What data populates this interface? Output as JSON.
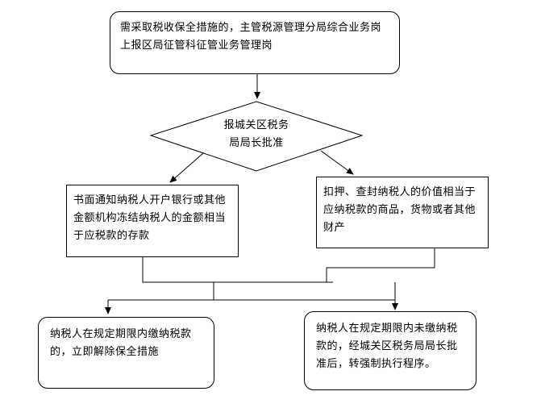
{
  "flowchart": {
    "start": "需采取税收保全措施的，主管税源管理分局综合业务岗上报区局征管科征管业务管理岗",
    "decision": {
      "line1": "报城关区税务",
      "line2": "局局长批准"
    },
    "left_action": "书面通知纳税人开户银行或其他金额机构冻结纳税人的金额相当于应税款的存款",
    "right_action": "扣押、查封纳税人的价值相当于应纳税款的商品，货物或者其他财产",
    "outcome_paid": "纳税人在规定期限内缴纳税款的，立即解除保全措施",
    "outcome_unpaid": "纳税人在规定期限内未缴纳税款的，经城关区税务局局长批准后，转强制执行程序。"
  }
}
